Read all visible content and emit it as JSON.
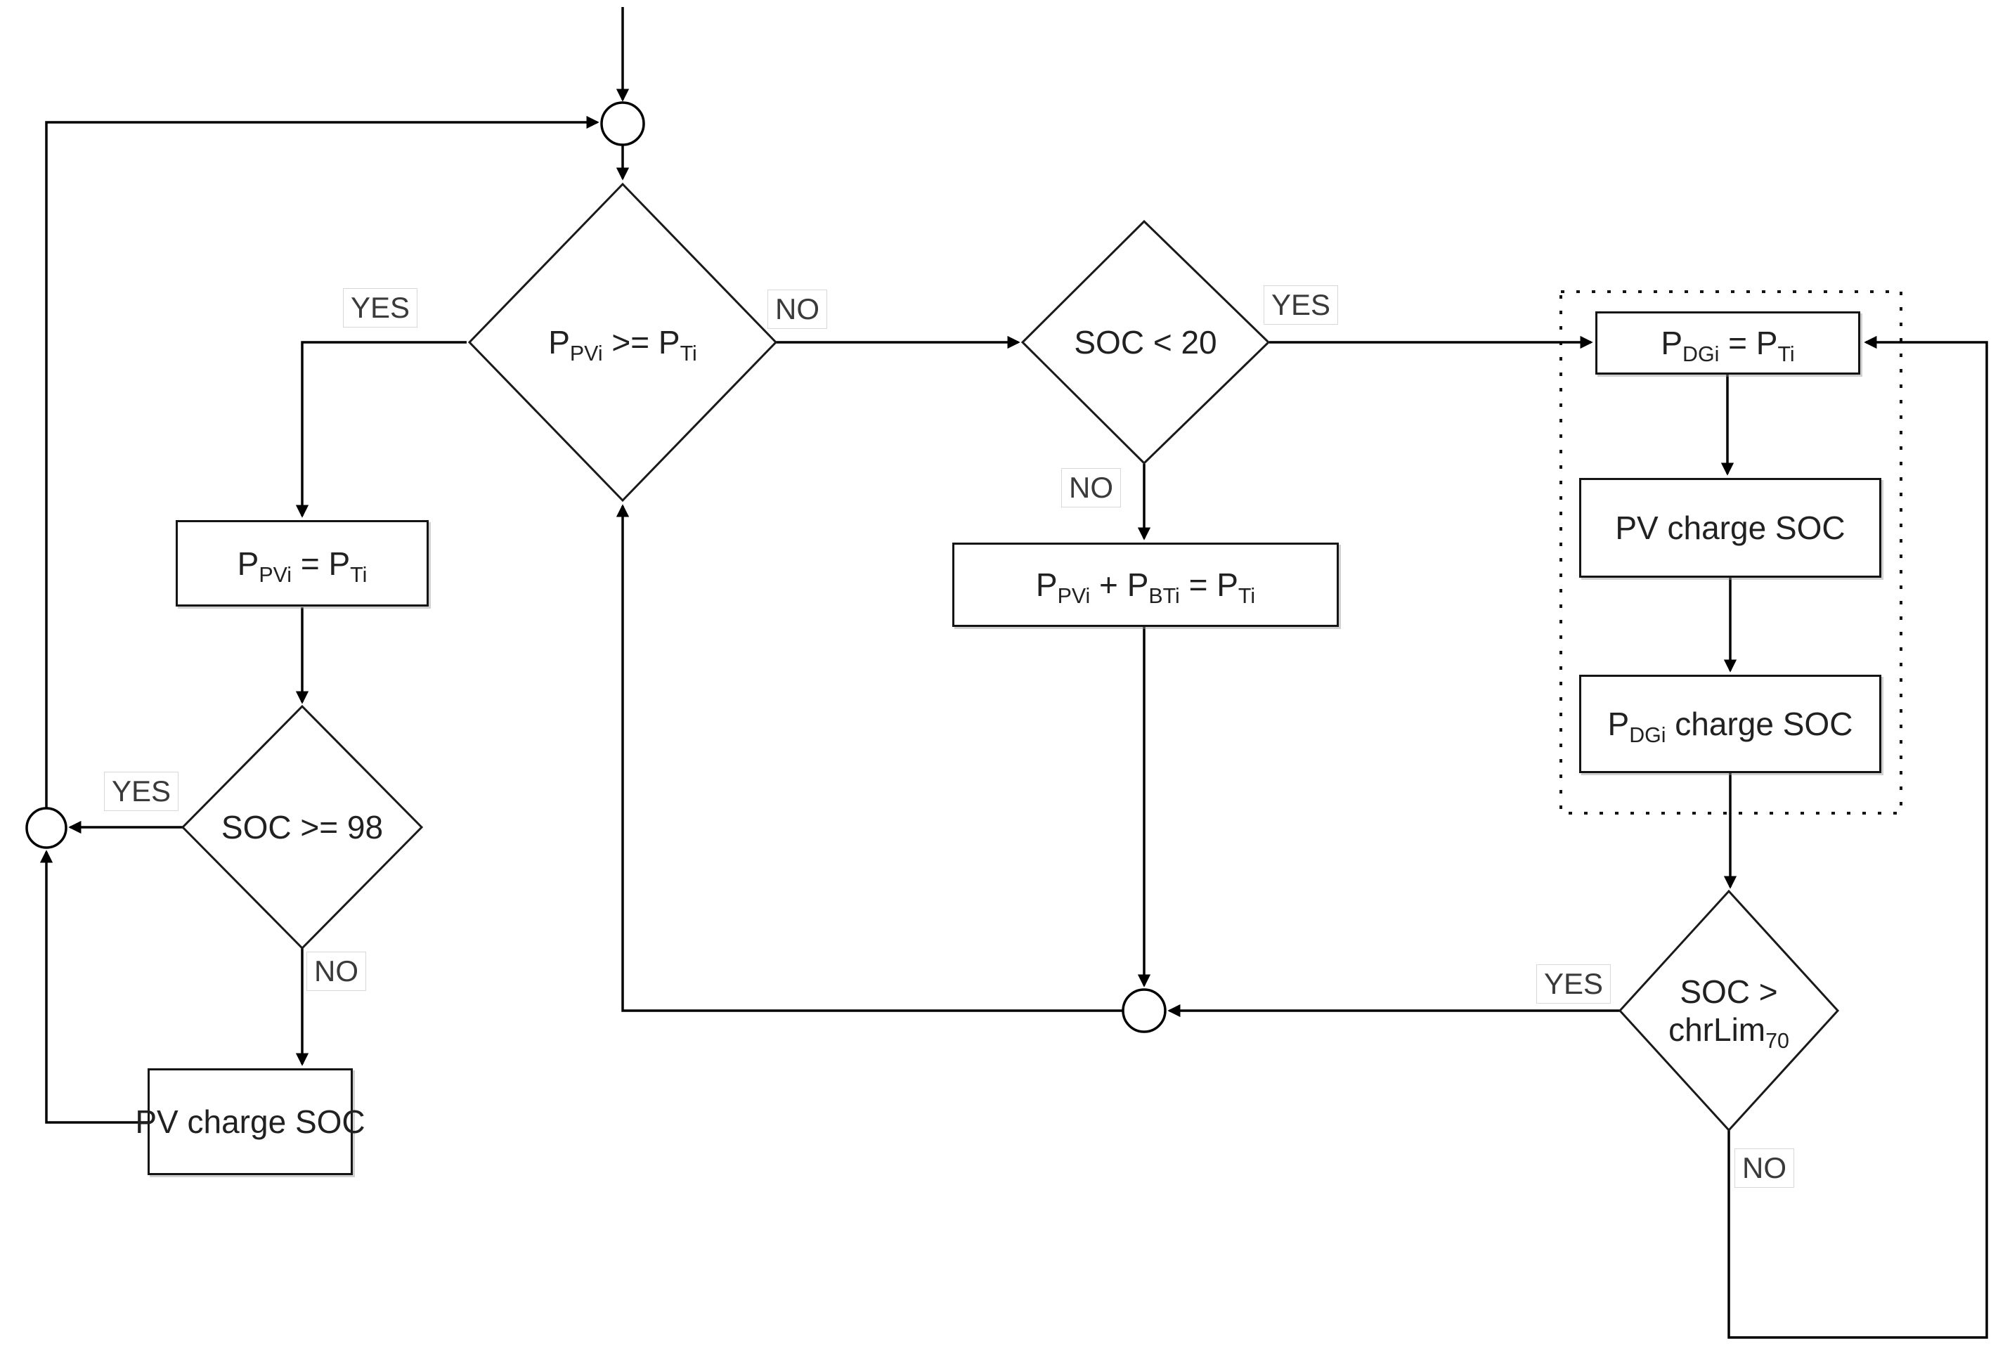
{
  "diagram": {
    "edge_labels": {
      "top_yes": "YES",
      "top_no": "NO",
      "soc20_yes": "YES",
      "soc20_no": "NO",
      "soc98_yes": "YES",
      "soc98_no": "NO",
      "chrlim_yes": "YES",
      "chrlim_no": "NO"
    },
    "decisions": {
      "ppvi": {
        "p": "P",
        "p_sub": "PVi",
        "op": " >= P",
        "t_sub": "Ti"
      },
      "soc20": {
        "text": "SOC < 20"
      },
      "soc98": {
        "text": "SOC >= 98"
      },
      "chrlim": {
        "line1": "SOC >",
        "base": "chrLim",
        "sub": "70"
      }
    },
    "processes": {
      "ppvi_eq": {
        "p": "P",
        "p_sub": "PVi",
        "op": " = P",
        "t_sub": "Ti"
      },
      "pv_charge_left": {
        "text": "PV charge SOC"
      },
      "sum": {
        "p1": "P",
        "s1": "PVi",
        "p2": " + P",
        "s2": "BTi",
        "p3": " = P",
        "s3": "Ti"
      },
      "pdgi_eq": {
        "p": "P",
        "p_sub": "DGi",
        "op": " = P",
        "t_sub": "Ti"
      },
      "pv_charge_right": {
        "text": "PV charge SOC"
      },
      "pdgi_charge": {
        "p": "P",
        "p_sub": "DGi",
        "rest": " charge SOC"
      }
    },
    "colors": {
      "line": "#000000",
      "text": "#212121",
      "label_border": "#d8d8d8",
      "background": "#ffffff"
    }
  }
}
